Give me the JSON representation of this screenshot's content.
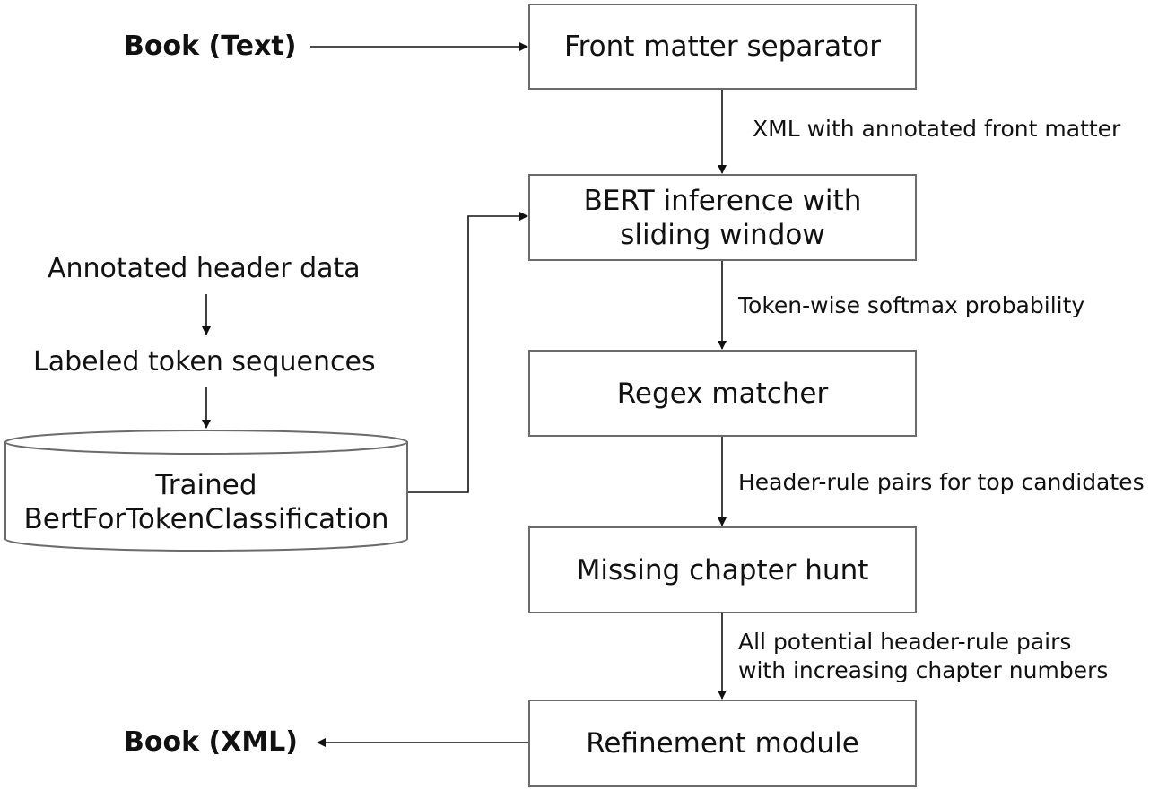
{
  "inputs": {
    "book_text": "Book (Text)",
    "book_xml": "Book (XML)"
  },
  "steps": [
    {
      "line1": "Front matter separator",
      "line2": ""
    },
    {
      "line1": "BERT inference with",
      "line2": "sliding window"
    },
    {
      "line1": "Regex matcher",
      "line2": ""
    },
    {
      "line1": "Missing chapter hunt",
      "line2": ""
    },
    {
      "line1": "Refinement module",
      "line2": ""
    }
  ],
  "edge_labels": [
    {
      "line1": "XML with annotated front matter",
      "line2": ""
    },
    {
      "line1": "Token-wise softmax probability",
      "line2": ""
    },
    {
      "line1": "Header-rule pairs for top candidates",
      "line2": ""
    },
    {
      "line1": "All potential header-rule pairs",
      "line2": "with increasing chapter numbers"
    }
  ],
  "training": {
    "source": "Annotated header data",
    "sequences": "Labeled token sequences",
    "model_line1": "Trained",
    "model_line2": "BertForTokenClassification"
  },
  "colors": {
    "box_border": "#6b6b6b",
    "arrow": "#111111",
    "text": "#111111"
  }
}
